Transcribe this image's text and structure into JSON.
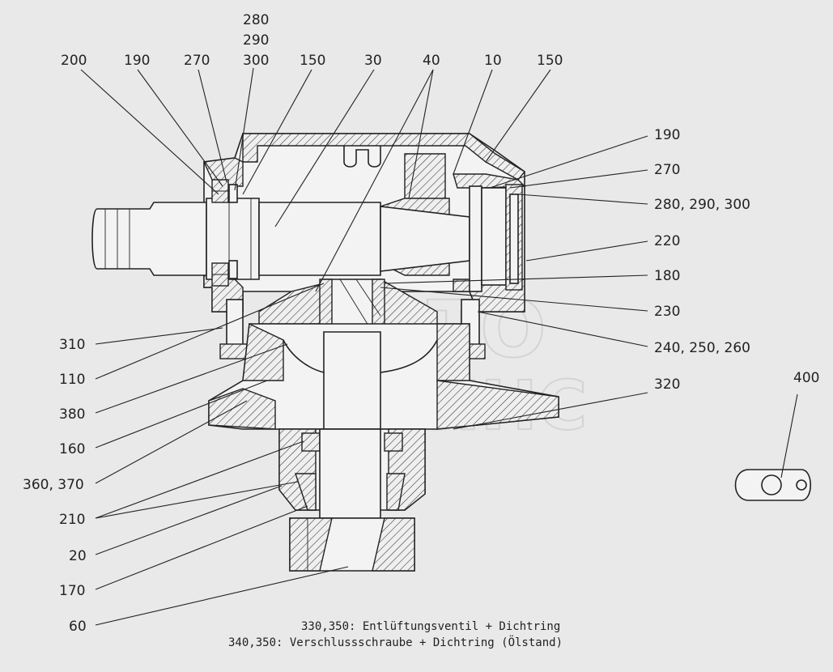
{
  "labels": {
    "l200": "200",
    "l190a": "190",
    "l270a": "270",
    "l280top": "280",
    "l290top": "290",
    "l300top": "300",
    "l150a": "150",
    "l30": "30",
    "l40": "40",
    "l10": "10",
    "l150b": "150",
    "l190b": "190",
    "l270b": "270",
    "l280r": "280, 290, 300",
    "l220": "220",
    "l180": "180",
    "l230": "230",
    "l240": "240, 250, 260",
    "l320": "320",
    "l400": "400",
    "l310": "310",
    "l110": "110",
    "l380": "380",
    "l160": "160",
    "l360": "360, 370",
    "l210": "210",
    "l20": "20",
    "l170": "170",
    "l60": "60"
  },
  "legend": {
    "line1": "330,350: Entlüftungsventil + Dichtring",
    "line2": "340,350: Verschlussschraube + Dichtring (Ölstand)"
  },
  "watermark": {
    "line1": "АВТО",
    "line2": "АЛЬЯНС"
  }
}
